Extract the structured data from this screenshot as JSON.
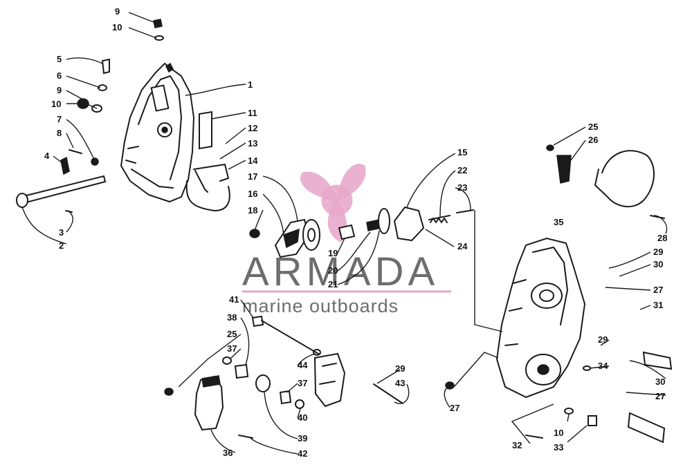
{
  "watermark": {
    "brand": "ARMADA",
    "tagline": "marine outboards",
    "accent_color": "#e8a9cb",
    "text_color": "#6d6d6d",
    "logo_icon": "propeller-icon"
  },
  "callouts": [
    {
      "id": "c9a",
      "text": "9"
    },
    {
      "id": "c10a",
      "text": "10"
    },
    {
      "id": "c5",
      "text": "5"
    },
    {
      "id": "c6",
      "text": "6"
    },
    {
      "id": "c9b",
      "text": "9"
    },
    {
      "id": "c10b",
      "text": "10"
    },
    {
      "id": "c7",
      "text": "7"
    },
    {
      "id": "c8",
      "text": "8"
    },
    {
      "id": "c4",
      "text": "4"
    },
    {
      "id": "c3",
      "text": "3"
    },
    {
      "id": "c2",
      "text": "2"
    },
    {
      "id": "c1",
      "text": "1"
    },
    {
      "id": "c11",
      "text": "11"
    },
    {
      "id": "c12",
      "text": "12"
    },
    {
      "id": "c13",
      "text": "13"
    },
    {
      "id": "c14",
      "text": "14"
    },
    {
      "id": "c17",
      "text": "17"
    },
    {
      "id": "c16",
      "text": "16"
    },
    {
      "id": "c18",
      "text": "18"
    },
    {
      "id": "c19",
      "text": "19"
    },
    {
      "id": "c20",
      "text": "20"
    },
    {
      "id": "c21",
      "text": "21"
    },
    {
      "id": "c15",
      "text": "15"
    },
    {
      "id": "c22",
      "text": "22"
    },
    {
      "id": "c23",
      "text": "23"
    },
    {
      "id": "c24",
      "text": "24"
    },
    {
      "id": "c25a",
      "text": "25"
    },
    {
      "id": "c26",
      "text": "26"
    },
    {
      "id": "c28",
      "text": "28"
    },
    {
      "id": "c35",
      "text": "35"
    },
    {
      "id": "c29a",
      "text": "29"
    },
    {
      "id": "c30a",
      "text": "30"
    },
    {
      "id": "c27a",
      "text": "27"
    },
    {
      "id": "c31",
      "text": "31"
    },
    {
      "id": "c29b",
      "text": "29"
    },
    {
      "id": "c34",
      "text": "34"
    },
    {
      "id": "c30b",
      "text": "30"
    },
    {
      "id": "c27b",
      "text": "27"
    },
    {
      "id": "c27c",
      "text": "27"
    },
    {
      "id": "c10c",
      "text": "10"
    },
    {
      "id": "c32",
      "text": "32"
    },
    {
      "id": "c33",
      "text": "33"
    },
    {
      "id": "c41",
      "text": "41"
    },
    {
      "id": "c38",
      "text": "38"
    },
    {
      "id": "c25b",
      "text": "25"
    },
    {
      "id": "c37a",
      "text": "37"
    },
    {
      "id": "c44",
      "text": "44"
    },
    {
      "id": "c29c",
      "text": "29"
    },
    {
      "id": "c43",
      "text": "43"
    },
    {
      "id": "c37b",
      "text": "37"
    },
    {
      "id": "c40",
      "text": "40"
    },
    {
      "id": "c39",
      "text": "39"
    },
    {
      "id": "c36",
      "text": "36"
    },
    {
      "id": "c42",
      "text": "42"
    }
  ]
}
